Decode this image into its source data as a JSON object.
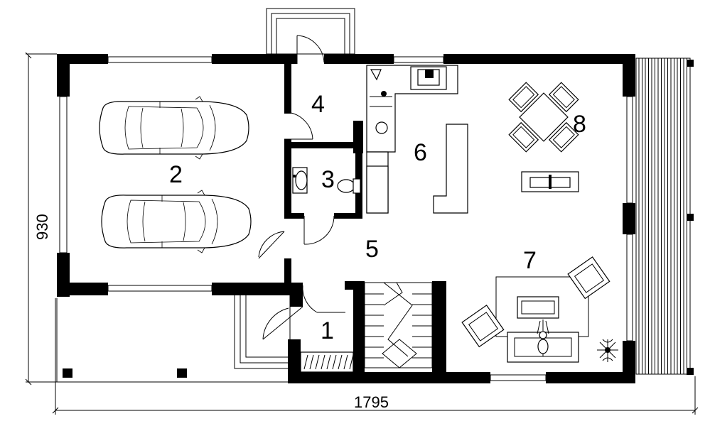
{
  "rooms": {
    "r1": "1",
    "r2": "2",
    "r3": "3",
    "r4": "4",
    "r5": "5",
    "r6": "6",
    "r7": "7",
    "r8": "8"
  },
  "dimensions": {
    "width": "1795",
    "height": "930"
  }
}
